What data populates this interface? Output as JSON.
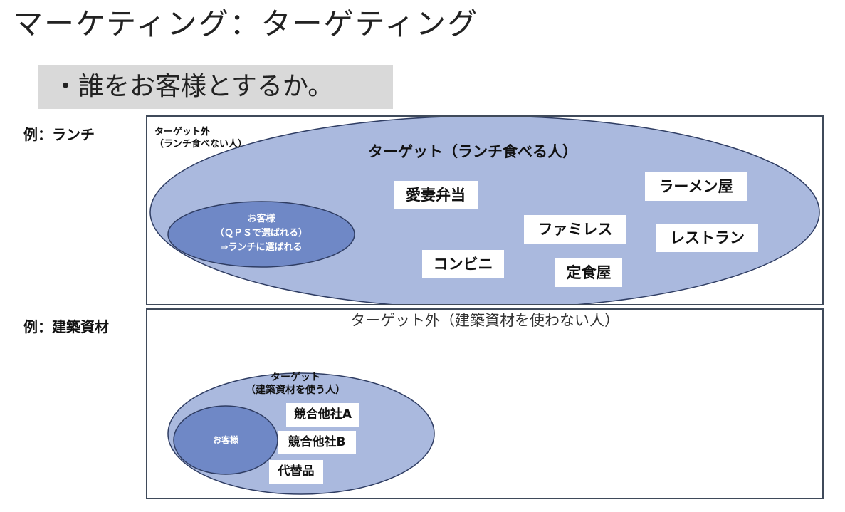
{
  "title": "マーケティング：ターゲティング",
  "subtitle": "・誰をお客様とするか。",
  "colors": {
    "target_ellipse": "#aab9de",
    "customer_ellipse": "#6f88c6",
    "ellipse_stroke": "#2f3d63",
    "subtitle_bg": "#d9d9d9"
  },
  "example1": {
    "label": "例：ランチ",
    "outside_label_line1": "ターゲット外",
    "outside_label_line2": "（ランチ食べない人）",
    "target_label": "ターゲット（ランチ食べる人）",
    "customer_line1": "お客様",
    "customer_line2": "（ＱＰＳで選ばれる）",
    "customer_line3": "⇒ランチに選ばれる",
    "items": [
      "愛妻弁当",
      "ラーメン屋",
      "ファミレス",
      "レストラン",
      "コンビニ",
      "定食屋"
    ]
  },
  "example2": {
    "label": "例：建築資材",
    "outside_label": "ターゲット外（建築資材を使わない人）",
    "target_label_line1": "ターゲット",
    "target_label_line2": "（建築資材を使う人）",
    "customer_label": "お客様",
    "items": [
      "競合他社A",
      "競合他社B",
      "代替品"
    ]
  }
}
